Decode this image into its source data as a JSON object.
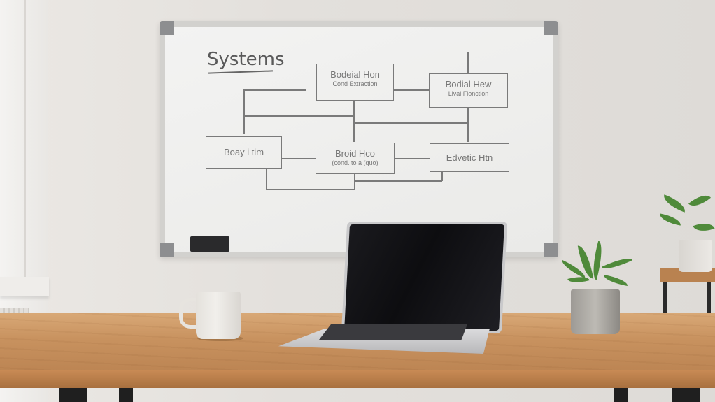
{
  "scene": {
    "description": "Minimal workspace with whiteboard system diagram, laptop, mug and plants on wooden desk",
    "colors": {
      "wall": "#e3e0dc",
      "desk": "#c8925f",
      "screen": "#121215",
      "plant": "#4f8a3a"
    }
  },
  "whiteboard": {
    "title": "Systems",
    "boxes": [
      {
        "label": "Bodeial Hon",
        "sub": "Cond Extraction"
      },
      {
        "label": "Bodial Hew",
        "sub": "Lival Flonction"
      },
      {
        "label": "Boay i tim",
        "sub": ""
      },
      {
        "label": "Broid Hco",
        "sub": "(cond. to a (quo)"
      },
      {
        "label": "Edvetic Htn",
        "sub": ""
      }
    ]
  }
}
